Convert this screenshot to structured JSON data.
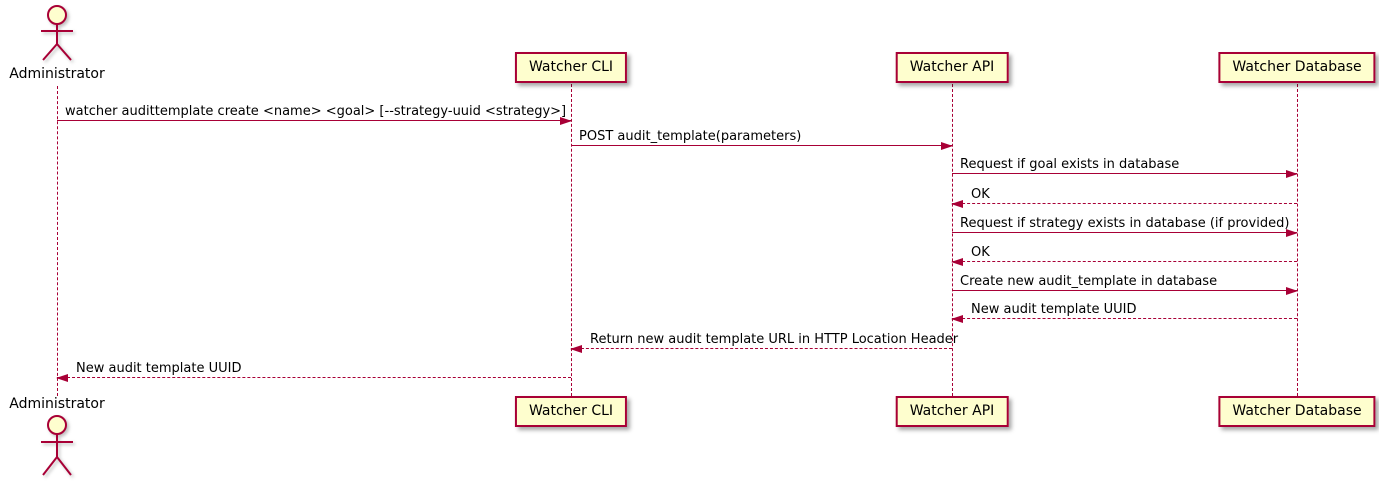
{
  "diagram": {
    "kind": "uml-sequence-diagram",
    "colors": {
      "accent": "#A80036",
      "participant_fill": "#FEFECE",
      "text": "#000000",
      "background": "#FFFFFF"
    },
    "actors": [
      {
        "name": "Administrator"
      }
    ],
    "participants": [
      {
        "label": "Watcher CLI"
      },
      {
        "label": "Watcher API"
      },
      {
        "label": "Watcher Database"
      }
    ],
    "messages": [
      {
        "from": "Administrator",
        "to": "Watcher CLI",
        "type": "call",
        "text": "watcher audittemplate create <name> <goal> [--strategy-uuid <strategy>]"
      },
      {
        "from": "Watcher CLI",
        "to": "Watcher API",
        "type": "call",
        "text": "POST audit_template(parameters)"
      },
      {
        "from": "Watcher API",
        "to": "Watcher Database",
        "type": "call",
        "text": "Request if goal exists in database"
      },
      {
        "from": "Watcher Database",
        "to": "Watcher API",
        "type": "return",
        "text": "OK"
      },
      {
        "from": "Watcher API",
        "to": "Watcher Database",
        "type": "call",
        "text": "Request if strategy exists in database (if provided)"
      },
      {
        "from": "Watcher Database",
        "to": "Watcher API",
        "type": "return",
        "text": "OK"
      },
      {
        "from": "Watcher API",
        "to": "Watcher Database",
        "type": "call",
        "text": "Create new audit_template in database"
      },
      {
        "from": "Watcher Database",
        "to": "Watcher API",
        "type": "return",
        "text": "New audit template UUID"
      },
      {
        "from": "Watcher API",
        "to": "Watcher CLI",
        "type": "return",
        "text": "Return new audit template URL in HTTP Location Header"
      },
      {
        "from": "Watcher CLI",
        "to": "Administrator",
        "type": "return",
        "text": "New audit template UUID"
      }
    ]
  }
}
